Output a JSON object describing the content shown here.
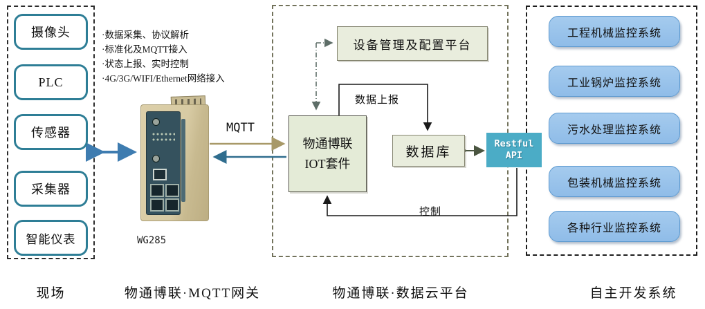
{
  "field": {
    "items": [
      "摄像头",
      "PLC",
      "传感器",
      "采集器",
      "智能仪表"
    ],
    "caption": "现场"
  },
  "gateway": {
    "features": [
      "·数据采集、协议解析",
      "·标准化及MQTT接入",
      "·状态上报、实时控制",
      "·4G/3G/WIFI/Ethernet网络接入"
    ],
    "model": "WG285",
    "mqtt": "MQTT",
    "caption": "物通博联·MQTT网关"
  },
  "cloud": {
    "mgmt": "设备管理及配置平台",
    "iot1": "物通博联",
    "iot2": "IOT套件",
    "db": "数据库",
    "report": "数据上报",
    "control": "控制",
    "caption": "物通博联·数据云平台"
  },
  "api": {
    "line1": "Restful",
    "line2": "API"
  },
  "systems": {
    "items": [
      "工程机械监控系统",
      "工业锅炉监控系统",
      "污水处理监控系统",
      "包装机械监控系统",
      "各种行业监控系统"
    ],
    "caption": "自主开发系统"
  },
  "colors": {
    "field_box_border": "#2e7e96",
    "process_box_fill": "#e9eddd",
    "system_box_fill": "#9ac4eb",
    "api_box_fill": "#4bacc6",
    "mqtt_arrow": "#a89968",
    "return_arrow": "#2f6d8e",
    "field_arrow": "#3e7cb0",
    "db_api_arrow": "#4a5540"
  }
}
